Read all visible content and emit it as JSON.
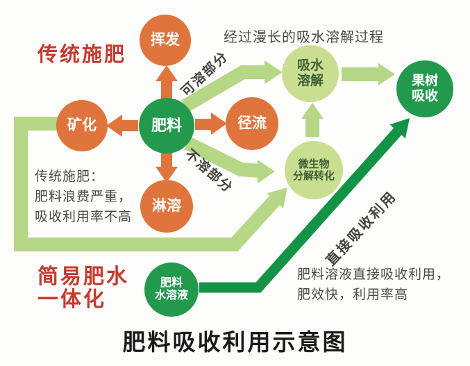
{
  "page_title": "肥料吸收利用示意图",
  "headings": {
    "traditional": "传统施肥",
    "simple_line1": "简易肥水",
    "simple_line2": "一体化"
  },
  "nodes": {
    "volatilization": "挥发",
    "mineralization": "矿化",
    "fertilizer": "肥料",
    "runoff": "径流",
    "leaching": "淋溶",
    "dissolve_line1": "吸水",
    "dissolve_line2": "溶解",
    "microbe_line1": "微生物",
    "microbe_line2": "分解转化",
    "fruit_line1": "果树",
    "fruit_line2": "吸收",
    "solution_line1": "肥料",
    "solution_line2": "水溶液"
  },
  "flow_labels": {
    "process_note": "经过漫长的吸水溶解过程",
    "soluble": "可溶部分",
    "insoluble": "不溶部分",
    "direct_use": "直接吸收利用"
  },
  "notes": {
    "traditional_line1": "传统施肥：",
    "traditional_line2": "肥料浪费严重，",
    "traditional_line3": "吸收利用率不高",
    "simple_line1": "肥料溶液直接吸收利用，",
    "simple_line2": "肥效快，利用率高"
  },
  "colors": {
    "orange_node": "#e0743d",
    "dark_green_node": "#23994e",
    "light_green_node": "#cade92",
    "light_green_arrow": "#b5d786",
    "dark_green_arrow": "#149245",
    "red_heading": "#c43a2e",
    "gray_text": "#484846",
    "title_text": "#1b1b19"
  }
}
